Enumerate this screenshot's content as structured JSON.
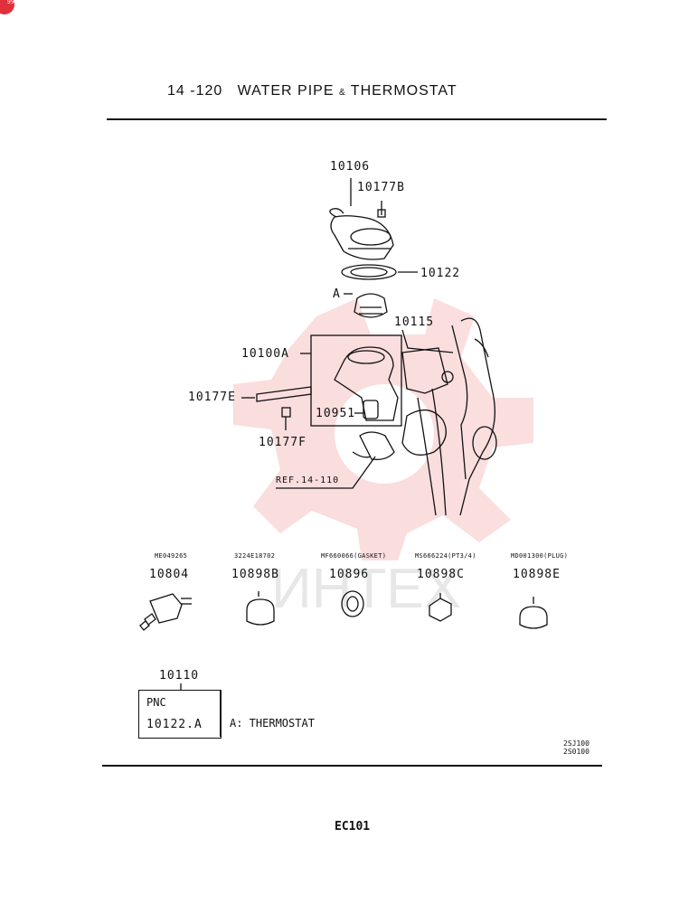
{
  "corner_badge": "99",
  "header": {
    "section": "14 -120",
    "title_pre": "WATER PIPE",
    "title_amp": "&",
    "title_post": "THERMOSTAT"
  },
  "main_labels": {
    "p10106": "10106",
    "p10177B": "10177B",
    "p10122": "10122",
    "pA": "A",
    "p10115": "10115",
    "p10100A": "10100A",
    "p10177E": "10177E",
    "p10951": "10951",
    "p10177F": "10177F",
    "ref": "REF.14-110"
  },
  "small_parts": [
    {
      "code": "ME049265",
      "pnc": "10804",
      "icon": "sensor-icon"
    },
    {
      "code": "3224E18702",
      "pnc": "10898B",
      "icon": "plug-icon"
    },
    {
      "code": "MF660066(GASKET)",
      "pnc": "10896",
      "icon": "gasket-icon"
    },
    {
      "code": "MS666224(PT3/4)",
      "pnc": "10898C",
      "icon": "square-plug-icon"
    },
    {
      "code": "MD001300(PLUG)",
      "pnc": "10898E",
      "icon": "hex-plug-icon"
    }
  ],
  "legend": {
    "group": "10110",
    "pnc_label": "PNC",
    "pnc_value": "10122.A",
    "note": "A: THERMOSTAT"
  },
  "model_codes": [
    "2SJ100",
    "2S0100"
  ],
  "watermark": "ИНТЕХ",
  "page_code": "EC101",
  "colors": {
    "ink": "#111111",
    "watermark": "#e84a4a",
    "badge": "#e0303b"
  }
}
